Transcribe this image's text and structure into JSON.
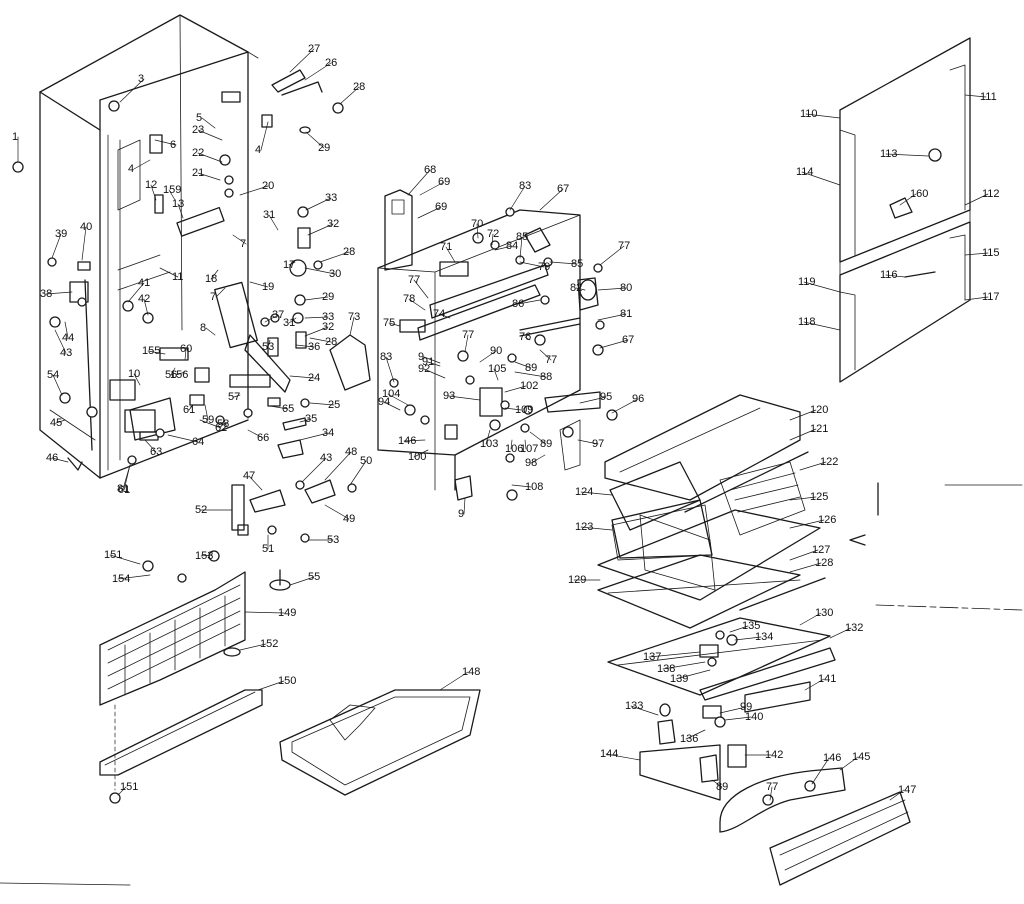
{
  "callouts": [
    {
      "n": "1",
      "id": "1"
    },
    {
      "n": "3",
      "id": "3"
    },
    {
      "n": "4",
      "id": "4a"
    },
    {
      "n": "4",
      "id": "4b"
    },
    {
      "n": "5",
      "id": "5"
    },
    {
      "n": "6",
      "id": "6"
    },
    {
      "n": "7",
      "id": "7a"
    },
    {
      "n": "7",
      "id": "7b"
    },
    {
      "n": "8",
      "id": "8"
    },
    {
      "n": "9",
      "id": "9a"
    },
    {
      "n": "9",
      "id": "9b"
    },
    {
      "n": "10",
      "id": "10"
    },
    {
      "n": "11",
      "id": "11"
    },
    {
      "n": "12",
      "id": "12"
    },
    {
      "n": "13",
      "id": "13"
    },
    {
      "n": "17",
      "id": "17"
    },
    {
      "n": "18",
      "id": "18"
    },
    {
      "n": "19",
      "id": "19"
    },
    {
      "n": "20",
      "id": "20"
    },
    {
      "n": "21",
      "id": "21"
    },
    {
      "n": "22",
      "id": "22"
    },
    {
      "n": "23",
      "id": "23"
    },
    {
      "n": "24",
      "id": "24"
    },
    {
      "n": "25",
      "id": "25"
    },
    {
      "n": "26",
      "id": "26"
    },
    {
      "n": "27",
      "id": "27"
    },
    {
      "n": "28",
      "id": "28a"
    },
    {
      "n": "28",
      "id": "28b"
    },
    {
      "n": "28",
      "id": "28c"
    },
    {
      "n": "29",
      "id": "29a"
    },
    {
      "n": "29",
      "id": "29b"
    },
    {
      "n": "30",
      "id": "30"
    },
    {
      "n": "31",
      "id": "31a"
    },
    {
      "n": "31",
      "id": "31b"
    },
    {
      "n": "32",
      "id": "32a"
    },
    {
      "n": "32",
      "id": "32b"
    },
    {
      "n": "33",
      "id": "33a"
    },
    {
      "n": "33",
      "id": "33b"
    },
    {
      "n": "34",
      "id": "34"
    },
    {
      "n": "35",
      "id": "35"
    },
    {
      "n": "36",
      "id": "36"
    },
    {
      "n": "37",
      "id": "37"
    },
    {
      "n": "38",
      "id": "38"
    },
    {
      "n": "39",
      "id": "39"
    },
    {
      "n": "40",
      "id": "40"
    },
    {
      "n": "41",
      "id": "41"
    },
    {
      "n": "42",
      "id": "42"
    },
    {
      "n": "43",
      "id": "43a"
    },
    {
      "n": "43",
      "id": "43b"
    },
    {
      "n": "44",
      "id": "44"
    },
    {
      "n": "45",
      "id": "45"
    },
    {
      "n": "46",
      "id": "46"
    },
    {
      "n": "47",
      "id": "47"
    },
    {
      "n": "48",
      "id": "48"
    },
    {
      "n": "49",
      "id": "49"
    },
    {
      "n": "50",
      "id": "50"
    },
    {
      "n": "51",
      "id": "51"
    },
    {
      "n": "52",
      "id": "52"
    },
    {
      "n": "53",
      "id": "53a"
    },
    {
      "n": "53",
      "id": "53b"
    },
    {
      "n": "54",
      "id": "54"
    },
    {
      "n": "55",
      "id": "55"
    },
    {
      "n": "56",
      "id": "56"
    },
    {
      "n": "57",
      "id": "57"
    },
    {
      "n": "58",
      "id": "58"
    },
    {
      "n": "59",
      "id": "59"
    },
    {
      "n": "60",
      "id": "60"
    },
    {
      "n": "61",
      "id": "61a"
    },
    {
      "n": "61",
      "id": "61b"
    },
    {
      "n": "62",
      "id": "62"
    },
    {
      "n": "63",
      "id": "63"
    },
    {
      "n": "64",
      "id": "64"
    },
    {
      "n": "65",
      "id": "65"
    },
    {
      "n": "66",
      "id": "66"
    },
    {
      "n": "67",
      "id": "67a"
    },
    {
      "n": "67",
      "id": "67b"
    },
    {
      "n": "68",
      "id": "68"
    },
    {
      "n": "69",
      "id": "69a"
    },
    {
      "n": "69",
      "id": "69b"
    },
    {
      "n": "70",
      "id": "70"
    },
    {
      "n": "71",
      "id": "71"
    },
    {
      "n": "72",
      "id": "72"
    },
    {
      "n": "73",
      "id": "73"
    },
    {
      "n": "74",
      "id": "74"
    },
    {
      "n": "75",
      "id": "75"
    },
    {
      "n": "76",
      "id": "76"
    },
    {
      "n": "77",
      "id": "77a"
    },
    {
      "n": "77",
      "id": "77b"
    },
    {
      "n": "77",
      "id": "77c"
    },
    {
      "n": "77",
      "id": "77d"
    },
    {
      "n": "77",
      "id": "77e"
    },
    {
      "n": "78",
      "id": "78"
    },
    {
      "n": "79",
      "id": "79"
    },
    {
      "n": "80",
      "id": "80"
    },
    {
      "n": "81",
      "id": "81a"
    },
    {
      "n": "81",
      "id": "81b"
    },
    {
      "n": "82",
      "id": "82"
    },
    {
      "n": "83",
      "id": "83a"
    },
    {
      "n": "83",
      "id": "83b"
    },
    {
      "n": "84",
      "id": "84"
    },
    {
      "n": "85",
      "id": "85a"
    },
    {
      "n": "85",
      "id": "85b"
    },
    {
      "n": "86",
      "id": "86"
    },
    {
      "n": "88",
      "id": "88"
    },
    {
      "n": "89",
      "id": "89a"
    },
    {
      "n": "89",
      "id": "89b"
    },
    {
      "n": "89",
      "id": "89c"
    },
    {
      "n": "90",
      "id": "90"
    },
    {
      "n": "91",
      "id": "91"
    },
    {
      "n": "92",
      "id": "92"
    },
    {
      "n": "93",
      "id": "93"
    },
    {
      "n": "94",
      "id": "94"
    },
    {
      "n": "95",
      "id": "95"
    },
    {
      "n": "96",
      "id": "96"
    },
    {
      "n": "97",
      "id": "97"
    },
    {
      "n": "98",
      "id": "98"
    },
    {
      "n": "99",
      "id": "99"
    },
    {
      "n": "100",
      "id": "100"
    },
    {
      "n": "102",
      "id": "102"
    },
    {
      "n": "103",
      "id": "103"
    },
    {
      "n": "104",
      "id": "104"
    },
    {
      "n": "105",
      "id": "105"
    },
    {
      "n": "106",
      "id": "106"
    },
    {
      "n": "107",
      "id": "107"
    },
    {
      "n": "108",
      "id": "108"
    },
    {
      "n": "109",
      "id": "109"
    },
    {
      "n": "110",
      "id": "110"
    },
    {
      "n": "111",
      "id": "111"
    },
    {
      "n": "112",
      "id": "112"
    },
    {
      "n": "113",
      "id": "113"
    },
    {
      "n": "114",
      "id": "114"
    },
    {
      "n": "115",
      "id": "115"
    },
    {
      "n": "116",
      "id": "116"
    },
    {
      "n": "117",
      "id": "117"
    },
    {
      "n": "118",
      "id": "118"
    },
    {
      "n": "119",
      "id": "119"
    },
    {
      "n": "120",
      "id": "120"
    },
    {
      "n": "121",
      "id": "121"
    },
    {
      "n": "122",
      "id": "122"
    },
    {
      "n": "123",
      "id": "123"
    },
    {
      "n": "124",
      "id": "124"
    },
    {
      "n": "125",
      "id": "125"
    },
    {
      "n": "126",
      "id": "126"
    },
    {
      "n": "127",
      "id": "127"
    },
    {
      "n": "128",
      "id": "128"
    },
    {
      "n": "129",
      "id": "129"
    },
    {
      "n": "130",
      "id": "130"
    },
    {
      "n": "132",
      "id": "132"
    },
    {
      "n": "133",
      "id": "133"
    },
    {
      "n": "134",
      "id": "134"
    },
    {
      "n": "135",
      "id": "135"
    },
    {
      "n": "136",
      "id": "136"
    },
    {
      "n": "137",
      "id": "137"
    },
    {
      "n": "138",
      "id": "138"
    },
    {
      "n": "139",
      "id": "139"
    },
    {
      "n": "140",
      "id": "140"
    },
    {
      "n": "141",
      "id": "141"
    },
    {
      "n": "142",
      "id": "142"
    },
    {
      "n": "144",
      "id": "144"
    },
    {
      "n": "145",
      "id": "145"
    },
    {
      "n": "146",
      "id": "146a"
    },
    {
      "n": "146",
      "id": "146b"
    },
    {
      "n": "147",
      "id": "147"
    },
    {
      "n": "148",
      "id": "148"
    },
    {
      "n": "149",
      "id": "149"
    },
    {
      "n": "150",
      "id": "150"
    },
    {
      "n": "151",
      "id": "151a"
    },
    {
      "n": "151",
      "id": "151b"
    },
    {
      "n": "152",
      "id": "152"
    },
    {
      "n": "153",
      "id": "153"
    },
    {
      "n": "154",
      "id": "154"
    },
    {
      "n": "155",
      "id": "155"
    },
    {
      "n": "156",
      "id": "156"
    },
    {
      "n": "159",
      "id": "159"
    },
    {
      "n": "160",
      "id": "160"
    }
  ]
}
